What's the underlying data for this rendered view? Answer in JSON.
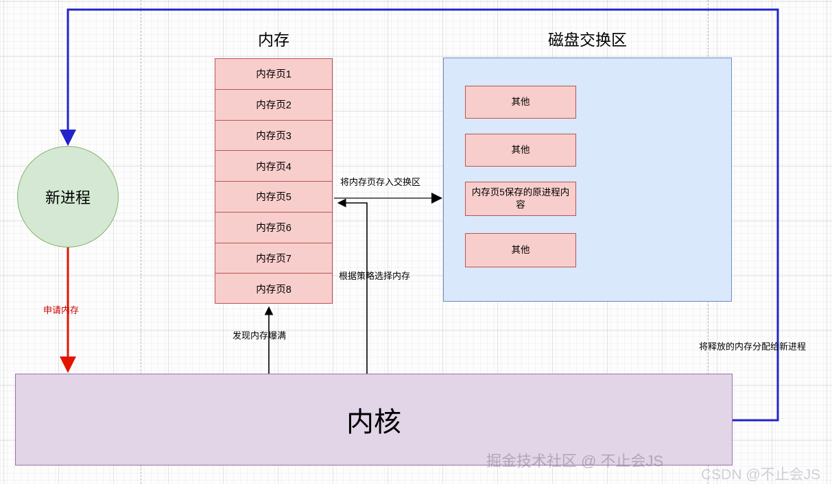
{
  "diagram": {
    "memory": {
      "title": "内存",
      "pages": [
        "内存页1",
        "内存页2",
        "内存页3",
        "内存页4",
        "内存页5",
        "内存页6",
        "内存页7",
        "内存页8"
      ]
    },
    "swap": {
      "title": "磁盘交换区",
      "items": [
        "其他",
        "其他",
        "内存页5保存的原进程内容",
        "其他"
      ]
    },
    "process": {
      "label": "新进程"
    },
    "kernel": {
      "label": "内核"
    },
    "edges": {
      "apply_memory": "申请内存",
      "found_memory_full": "发现内存爆满",
      "select_by_policy": "根据策略选择内存",
      "store_page_to_swap": "将内存页存入交换区",
      "assign_freed_memory": "将释放的内存分配给新进程"
    },
    "colors": {
      "memory_fill": "#f8cecc",
      "memory_stroke": "#b85450",
      "swap_fill": "#dae8fc",
      "swap_stroke": "#6c8ebf",
      "process_fill": "#d5e8d4",
      "process_stroke": "#82b366",
      "kernel_fill": "#e1d5e7",
      "kernel_stroke": "#9673a6",
      "blue_edge": "#2222cc",
      "red_edge": "#e51400",
      "black_edge": "#000000"
    }
  },
  "watermarks": {
    "juejin": "掘金技术社区 @ 不止会JS",
    "csdn": "CSDN @不止会JS"
  }
}
